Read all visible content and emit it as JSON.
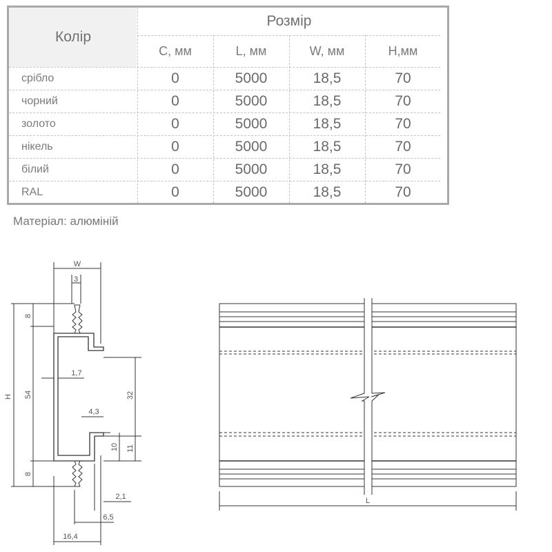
{
  "table": {
    "color_header": "Колір",
    "size_header": "Розмір",
    "columns": [
      "C, мм",
      "L, мм",
      "W, мм",
      "H,мм"
    ],
    "rows": [
      {
        "color": "срібло",
        "values": [
          "0",
          "5000",
          "18,5",
          "70"
        ]
      },
      {
        "color": "чорний",
        "values": [
          "0",
          "5000",
          "18,5",
          "70"
        ]
      },
      {
        "color": "золото",
        "values": [
          "0",
          "5000",
          "18,5",
          "70"
        ]
      },
      {
        "color": "нікель",
        "values": [
          "0",
          "5000",
          "18,5",
          "70"
        ]
      },
      {
        "color": "білий",
        "values": [
          "0",
          "5000",
          "18,5",
          "70"
        ]
      },
      {
        "color": "RAL",
        "values": [
          "0",
          "5000",
          "18,5",
          "70"
        ]
      }
    ]
  },
  "material": "Матеріал: алюміній",
  "drawing": {
    "dims": {
      "w": "W",
      "three": "3",
      "h": "H",
      "eight_top": "8",
      "fifty_four": "54",
      "eight_bottom": "8",
      "one_seven": "1,7",
      "four_three": "4,3",
      "thirty_two": "32",
      "ten": "10",
      "eleven": "11",
      "two_one": "2,1",
      "six_five": "6,5",
      "sixteen_four": "16,4",
      "length": "L"
    }
  }
}
